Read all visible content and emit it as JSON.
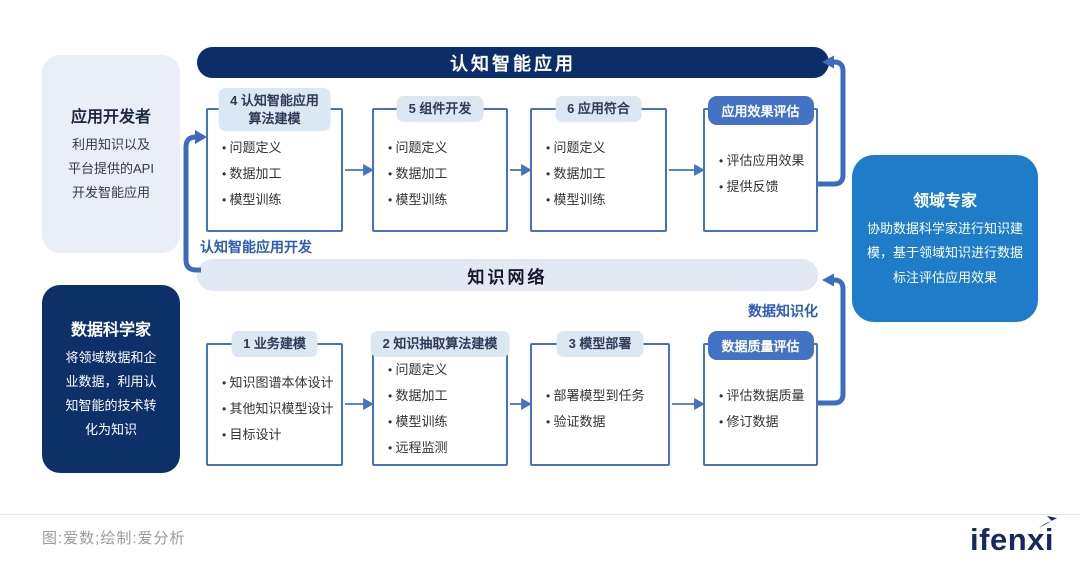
{
  "banners": {
    "top": "认知智能应用",
    "middle": "知识网络"
  },
  "roles": {
    "developer": {
      "title": "应用开发者",
      "lines": [
        "利用知识以及",
        "平台提供的API",
        "开发智能应用"
      ]
    },
    "scientist": {
      "title": "数据科学家",
      "lines": [
        "将领域数据和企",
        "业数据，利用认",
        "知智能的技术转",
        "化为知识"
      ]
    },
    "expert": {
      "title": "领域专家",
      "lines": [
        "协助数据科学家进行知识建",
        "模，基于领域知识进行数据",
        "标注评估应用效果"
      ]
    }
  },
  "labels": {
    "app_dev_flow": "认知智能应用开发",
    "data_knowledge_flow": "数据知识化"
  },
  "top_row": [
    {
      "header_lines": [
        "4 认知智能应用",
        "算法建模"
      ],
      "items": [
        "问题定义",
        "数据加工",
        "模型训练"
      ]
    },
    {
      "header_lines": [
        "5 组件开发"
      ],
      "items": [
        "问题定义",
        "数据加工",
        "模型训练"
      ]
    },
    {
      "header_lines": [
        "6 应用符合"
      ],
      "items": [
        "问题定义",
        "数据加工",
        "模型训练"
      ]
    },
    {
      "header_lines": [
        "应用效果评估"
      ],
      "items": [
        "评估应用效果",
        "提供反馈"
      ]
    }
  ],
  "bottom_row": [
    {
      "header_lines": [
        "1 业务建模"
      ],
      "items": [
        "知识图谱本体设计",
        "其他知识模型设计",
        "目标设计"
      ]
    },
    {
      "header_lines": [
        "2 知识抽取算法建模"
      ],
      "items": [
        "问题定义",
        "数据加工",
        "模型训练",
        "远程监测"
      ]
    },
    {
      "header_lines": [
        "3 模型部署"
      ],
      "items": [
        "部署模型到任务",
        "验证数据"
      ]
    },
    {
      "header_lines": [
        "数据质量评估"
      ],
      "items": [
        "评估数据质量",
        "修订数据"
      ]
    }
  ],
  "footer": {
    "caption": "图:爱数;绘制:爱分析",
    "logo": "ifenxi"
  },
  "colors": {
    "navy": "#0b2d6a",
    "navy_box": "#0d3069",
    "medium_blue": "#1e7cc8",
    "accent_blue": "#4472c4",
    "loop_arrow_blue": "#3b6cc0",
    "light_pill": "#e2e9f5",
    "light_header": "#dce7f4",
    "label_blue": "#2e5cb8",
    "caption_gray": "#9b9b9b",
    "logo_navy": "#152a5e"
  }
}
